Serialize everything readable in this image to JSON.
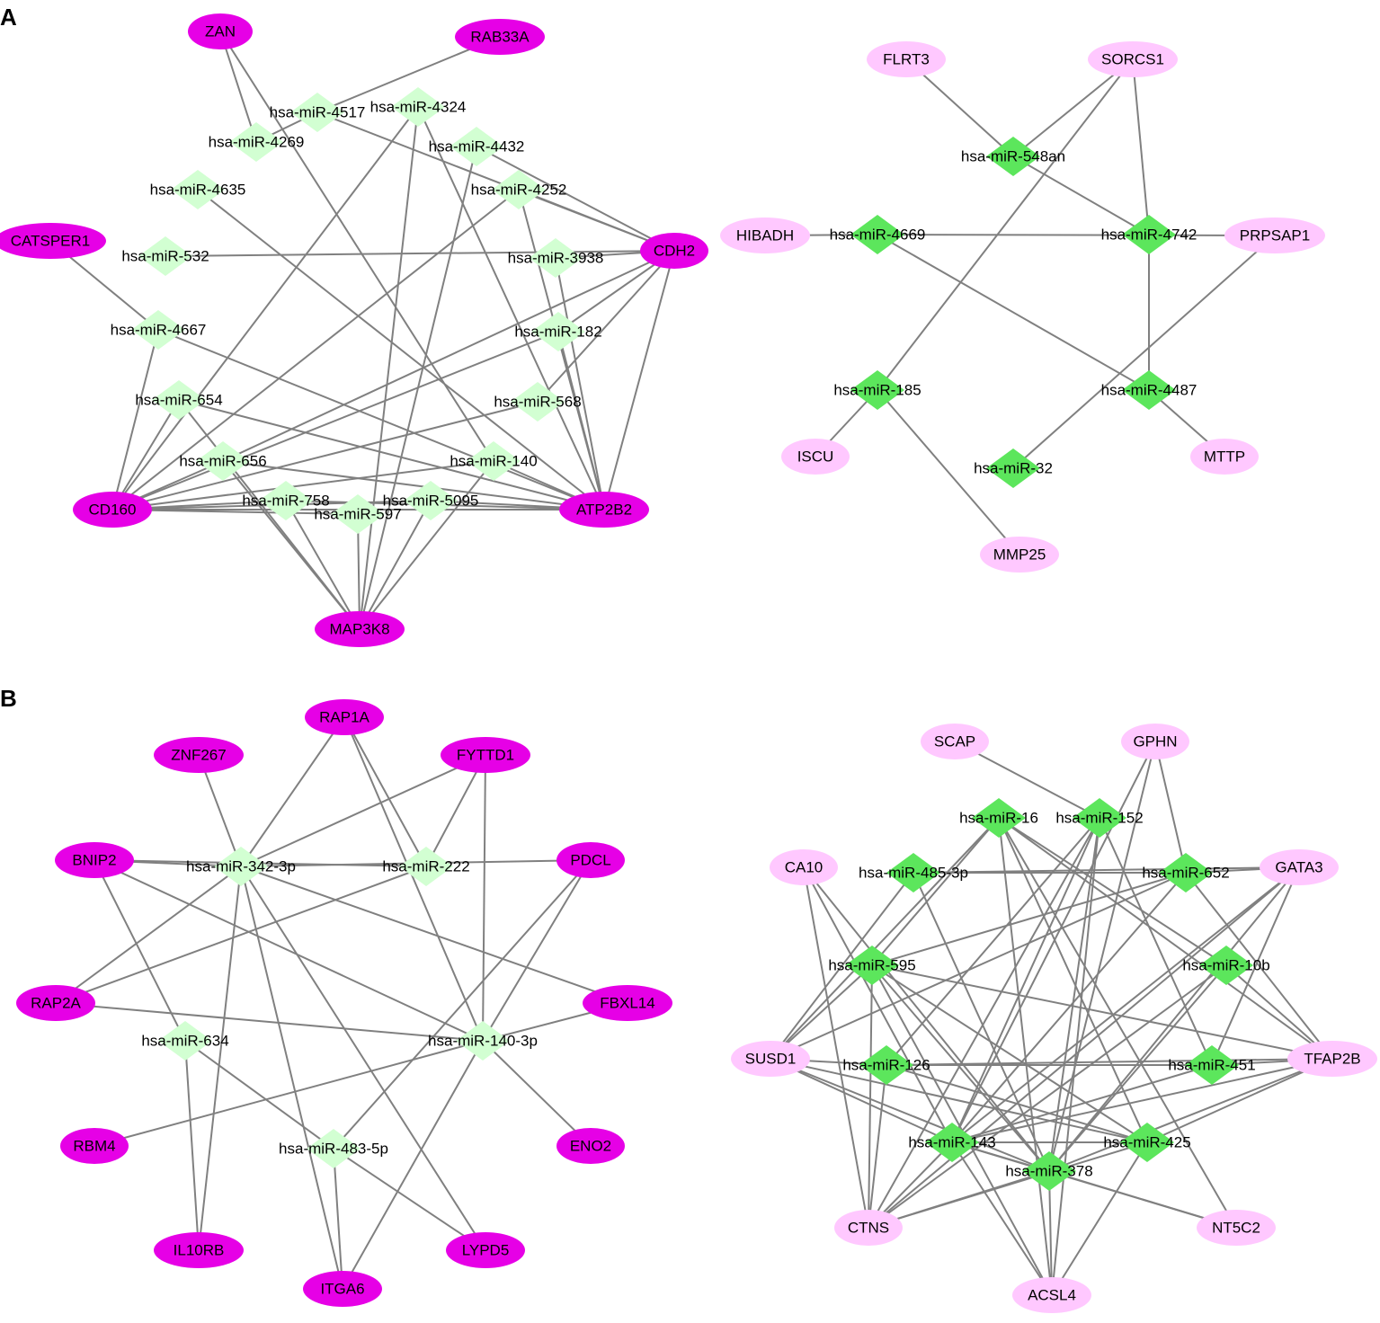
{
  "panel_labels": [
    "A",
    "B"
  ],
  "colors": {
    "gene_strong": "#e600e6",
    "gene_light": "#ffc8ff",
    "mirna_light": "#d2ffd2",
    "mirna_strong": "#5ce65c",
    "edge": "#808080"
  },
  "networks": [
    {
      "nodes": [
        {
          "id": "ZAN",
          "type": "gene_strong"
        },
        {
          "id": "RAB33A",
          "type": "gene_strong"
        },
        {
          "id": "CATSPER1",
          "type": "gene_strong"
        },
        {
          "id": "CDH2",
          "type": "gene_strong"
        },
        {
          "id": "CD160",
          "type": "gene_strong"
        },
        {
          "id": "ATP2B2",
          "type": "gene_strong"
        },
        {
          "id": "MAP3K8",
          "type": "gene_strong"
        },
        {
          "id": "hsa-miR-4517",
          "type": "mirna_light"
        },
        {
          "id": "hsa-miR-4324",
          "type": "mirna_light"
        },
        {
          "id": "hsa-miR-4269",
          "type": "mirna_light"
        },
        {
          "id": "hsa-miR-4432",
          "type": "mirna_light"
        },
        {
          "id": "hsa-miR-4635",
          "type": "mirna_light"
        },
        {
          "id": "hsa-miR-4252",
          "type": "mirna_light"
        },
        {
          "id": "hsa-miR-532",
          "type": "mirna_light"
        },
        {
          "id": "hsa-miR-3938",
          "type": "mirna_light"
        },
        {
          "id": "hsa-miR-4667",
          "type": "mirna_light"
        },
        {
          "id": "hsa-miR-182",
          "type": "mirna_light"
        },
        {
          "id": "hsa-miR-654",
          "type": "mirna_light"
        },
        {
          "id": "hsa-miR-568",
          "type": "mirna_light"
        },
        {
          "id": "hsa-miR-656",
          "type": "mirna_light"
        },
        {
          "id": "hsa-miR-140",
          "type": "mirna_light"
        },
        {
          "id": "hsa-miR-758",
          "type": "mirna_light"
        },
        {
          "id": "hsa-miR-5095",
          "type": "mirna_light"
        },
        {
          "id": "hsa-miR-597",
          "type": "mirna_light"
        }
      ],
      "edges": [
        [
          "ZAN",
          "hsa-miR-4269"
        ],
        [
          "ZAN",
          "hsa-miR-140"
        ],
        [
          "RAB33A",
          "hsa-miR-4517"
        ],
        [
          "CATSPER1",
          "hsa-miR-4667"
        ],
        [
          "CDH2",
          "hsa-miR-4517"
        ],
        [
          "CDH2",
          "hsa-miR-4432"
        ],
        [
          "CDH2",
          "hsa-miR-4252"
        ],
        [
          "CDH2",
          "hsa-miR-532"
        ],
        [
          "CDH2",
          "hsa-miR-656"
        ],
        [
          "CDH2",
          "hsa-miR-568"
        ],
        [
          "CDH2",
          "hsa-miR-182"
        ],
        [
          "CDH2",
          "ATP2B2"
        ],
        [
          "CDH2",
          "hsa-miR-3938"
        ],
        [
          "CD160",
          "hsa-miR-4667"
        ],
        [
          "CD160",
          "hsa-miR-654"
        ],
        [
          "CD160",
          "hsa-miR-656"
        ],
        [
          "CD160",
          "hsa-miR-4324"
        ],
        [
          "CD160",
          "hsa-miR-4252"
        ],
        [
          "CD160",
          "hsa-miR-182"
        ],
        [
          "CD160",
          "hsa-miR-568"
        ],
        [
          "CD160",
          "hsa-miR-140"
        ],
        [
          "CD160",
          "hsa-miR-758"
        ],
        [
          "CD160",
          "hsa-miR-5095"
        ],
        [
          "CD160",
          "hsa-miR-597"
        ],
        [
          "CD160",
          "ATP2B2"
        ],
        [
          "ATP2B2",
          "hsa-miR-4667"
        ],
        [
          "ATP2B2",
          "hsa-miR-654"
        ],
        [
          "ATP2B2",
          "hsa-miR-656"
        ],
        [
          "ATP2B2",
          "hsa-miR-4635"
        ],
        [
          "ATP2B2",
          "hsa-miR-3938"
        ],
        [
          "ATP2B2",
          "hsa-miR-182"
        ],
        [
          "ATP2B2",
          "hsa-miR-140"
        ],
        [
          "ATP2B2",
          "hsa-miR-758"
        ],
        [
          "ATP2B2",
          "hsa-miR-5095"
        ],
        [
          "ATP2B2",
          "hsa-miR-4252"
        ],
        [
          "ATP2B2",
          "hsa-miR-4324"
        ],
        [
          "MAP3K8",
          "hsa-miR-656"
        ],
        [
          "MAP3K8",
          "hsa-miR-758"
        ],
        [
          "MAP3K8",
          "hsa-miR-597"
        ],
        [
          "MAP3K8",
          "hsa-miR-5095"
        ],
        [
          "MAP3K8",
          "hsa-miR-4324"
        ],
        [
          "MAP3K8",
          "hsa-miR-4432"
        ],
        [
          "MAP3K8",
          "hsa-miR-140"
        ],
        [
          "MAP3K8",
          "hsa-miR-654"
        ],
        [
          "hsa-miR-4269",
          "hsa-miR-4517"
        ]
      ]
    },
    {
      "nodes": [
        {
          "id": "FLRT3",
          "type": "gene_light"
        },
        {
          "id": "SORCS1",
          "type": "gene_light"
        },
        {
          "id": "HIBADH",
          "type": "gene_light"
        },
        {
          "id": "PRPSAP1",
          "type": "gene_light"
        },
        {
          "id": "ISCU",
          "type": "gene_light"
        },
        {
          "id": "MTTP",
          "type": "gene_light"
        },
        {
          "id": "MMP25",
          "type": "gene_light"
        },
        {
          "id": "hsa-miR-548an",
          "type": "mirna_strong"
        },
        {
          "id": "hsa-miR-4669",
          "type": "mirna_strong"
        },
        {
          "id": "hsa-miR-4742",
          "type": "mirna_strong"
        },
        {
          "id": "hsa-miR-185",
          "type": "mirna_strong"
        },
        {
          "id": "hsa-miR-4487",
          "type": "mirna_strong"
        },
        {
          "id": "hsa-miR-32",
          "type": "mirna_strong"
        }
      ],
      "edges": [
        [
          "FLRT3",
          "hsa-miR-548an"
        ],
        [
          "SORCS1",
          "hsa-miR-548an"
        ],
        [
          "SORCS1",
          "hsa-miR-4742"
        ],
        [
          "SORCS1",
          "hsa-miR-185"
        ],
        [
          "hsa-miR-548an",
          "hsa-miR-4742"
        ],
        [
          "HIBADH",
          "hsa-miR-4669"
        ],
        [
          "hsa-miR-4669",
          "PRPSAP1"
        ],
        [
          "hsa-miR-4669",
          "hsa-miR-4487"
        ],
        [
          "hsa-miR-4742",
          "hsa-miR-4487"
        ],
        [
          "PRPSAP1",
          "hsa-miR-32"
        ],
        [
          "hsa-miR-185",
          "ISCU"
        ],
        [
          "hsa-miR-185",
          "MMP25"
        ],
        [
          "hsa-miR-4487",
          "MTTP"
        ]
      ]
    },
    {
      "nodes": [
        {
          "id": "RAP1A",
          "type": "gene_strong"
        },
        {
          "id": "ZNF267",
          "type": "gene_strong"
        },
        {
          "id": "FYTTD1",
          "type": "gene_strong"
        },
        {
          "id": "BNIP2",
          "type": "gene_strong"
        },
        {
          "id": "PDCL",
          "type": "gene_strong"
        },
        {
          "id": "RAP2A",
          "type": "gene_strong"
        },
        {
          "id": "FBXL14",
          "type": "gene_strong"
        },
        {
          "id": "RBM4",
          "type": "gene_strong"
        },
        {
          "id": "ENO2",
          "type": "gene_strong"
        },
        {
          "id": "IL10RB",
          "type": "gene_strong"
        },
        {
          "id": "LYPD5",
          "type": "gene_strong"
        },
        {
          "id": "ITGA6",
          "type": "gene_strong"
        },
        {
          "id": "hsa-miR-342-3p",
          "type": "mirna_light"
        },
        {
          "id": "hsa-miR-222",
          "type": "mirna_light"
        },
        {
          "id": "hsa-miR-634",
          "type": "mirna_light"
        },
        {
          "id": "hsa-miR-140-3p",
          "type": "mirna_light"
        },
        {
          "id": "hsa-miR-483-5p",
          "type": "mirna_light"
        }
      ],
      "edges": [
        [
          "RAP1A",
          "hsa-miR-342-3p"
        ],
        [
          "RAP1A",
          "hsa-miR-222"
        ],
        [
          "RAP1A",
          "hsa-miR-140-3p"
        ],
        [
          "ZNF267",
          "hsa-miR-342-3p"
        ],
        [
          "FYTTD1",
          "hsa-miR-342-3p"
        ],
        [
          "FYTTD1",
          "hsa-miR-222"
        ],
        [
          "FYTTD1",
          "hsa-miR-140-3p"
        ],
        [
          "BNIP2",
          "hsa-miR-342-3p"
        ],
        [
          "BNIP2",
          "hsa-miR-222"
        ],
        [
          "BNIP2",
          "hsa-miR-634"
        ],
        [
          "BNIP2",
          "hsa-miR-140-3p"
        ],
        [
          "PDCL",
          "hsa-miR-342-3p"
        ],
        [
          "PDCL",
          "hsa-miR-140-3p"
        ],
        [
          "PDCL",
          "hsa-miR-483-5p"
        ],
        [
          "RAP2A",
          "hsa-miR-342-3p"
        ],
        [
          "RAP2A",
          "hsa-miR-222"
        ],
        [
          "RAP2A",
          "hsa-miR-140-3p"
        ],
        [
          "FBXL14",
          "hsa-miR-342-3p"
        ],
        [
          "FBXL14",
          "hsa-miR-140-3p"
        ],
        [
          "RBM4",
          "hsa-miR-140-3p"
        ],
        [
          "ENO2",
          "hsa-miR-140-3p"
        ],
        [
          "IL10RB",
          "hsa-miR-342-3p"
        ],
        [
          "IL10RB",
          "hsa-miR-634"
        ],
        [
          "LYPD5",
          "hsa-miR-342-3p"
        ],
        [
          "LYPD5",
          "hsa-miR-483-5p"
        ],
        [
          "ITGA6",
          "hsa-miR-342-3p"
        ],
        [
          "ITGA6",
          "hsa-miR-483-5p"
        ],
        [
          "ITGA6",
          "hsa-miR-140-3p"
        ],
        [
          "hsa-miR-634",
          "hsa-miR-483-5p"
        ]
      ]
    },
    {
      "nodes": [
        {
          "id": "SCAP",
          "type": "gene_light"
        },
        {
          "id": "GPHN",
          "type": "gene_light"
        },
        {
          "id": "CA10",
          "type": "gene_light"
        },
        {
          "id": "GATA3",
          "type": "gene_light"
        },
        {
          "id": "SUSD1",
          "type": "gene_light"
        },
        {
          "id": "TFAP2B",
          "type": "gene_light"
        },
        {
          "id": "CTNS",
          "type": "gene_light"
        },
        {
          "id": "NT5C2",
          "type": "gene_light"
        },
        {
          "id": "ACSL4",
          "type": "gene_light"
        },
        {
          "id": "hsa-miR-16",
          "type": "mirna_strong"
        },
        {
          "id": "hsa-miR-152",
          "type": "mirna_strong"
        },
        {
          "id": "hsa-miR-485-3p",
          "type": "mirna_strong"
        },
        {
          "id": "hsa-miR-652",
          "type": "mirna_strong"
        },
        {
          "id": "hsa-miR-595",
          "type": "mirna_strong"
        },
        {
          "id": "hsa-miR-10b",
          "type": "mirna_strong"
        },
        {
          "id": "hsa-miR-126",
          "type": "mirna_strong"
        },
        {
          "id": "hsa-miR-451",
          "type": "mirna_strong"
        },
        {
          "id": "hsa-miR-143",
          "type": "mirna_strong"
        },
        {
          "id": "hsa-miR-425",
          "type": "mirna_strong"
        },
        {
          "id": "hsa-miR-378",
          "type": "mirna_strong"
        }
      ],
      "edges": [
        [
          "SCAP",
          "hsa-miR-152"
        ],
        [
          "GPHN",
          "hsa-miR-652"
        ],
        [
          "GPHN",
          "hsa-miR-378"
        ],
        [
          "GPHN",
          "hsa-miR-143"
        ],
        [
          "CA10",
          "hsa-miR-143"
        ],
        [
          "CA10",
          "hsa-miR-378"
        ],
        [
          "CA10",
          "CTNS"
        ],
        [
          "GATA3",
          "hsa-miR-652"
        ],
        [
          "GATA3",
          "hsa-miR-485-3p"
        ],
        [
          "GATA3",
          "hsa-miR-143"
        ],
        [
          "GATA3",
          "hsa-miR-378"
        ],
        [
          "GATA3",
          "hsa-miR-451"
        ],
        [
          "GATA3",
          "CTNS"
        ],
        [
          "SUSD1",
          "hsa-miR-595"
        ],
        [
          "SUSD1",
          "hsa-miR-485-3p"
        ],
        [
          "SUSD1",
          "hsa-miR-16"
        ],
        [
          "SUSD1",
          "hsa-miR-126"
        ],
        [
          "SUSD1",
          "hsa-miR-143"
        ],
        [
          "SUSD1",
          "hsa-miR-378"
        ],
        [
          "SUSD1",
          "hsa-miR-425"
        ],
        [
          "SUSD1",
          "hsa-miR-652"
        ],
        [
          "TFAP2B",
          "hsa-miR-10b"
        ],
        [
          "TFAP2B",
          "hsa-miR-652"
        ],
        [
          "TFAP2B",
          "hsa-miR-451"
        ],
        [
          "TFAP2B",
          "hsa-miR-126"
        ],
        [
          "TFAP2B",
          "hsa-miR-16"
        ],
        [
          "TFAP2B",
          "hsa-miR-595"
        ],
        [
          "TFAP2B",
          "hsa-miR-378"
        ],
        [
          "TFAP2B",
          "hsa-miR-143"
        ],
        [
          "TFAP2B",
          "hsa-miR-425"
        ],
        [
          "CTNS",
          "hsa-miR-595"
        ],
        [
          "CTNS",
          "hsa-miR-143"
        ],
        [
          "CTNS",
          "hsa-miR-378"
        ],
        [
          "CTNS",
          "hsa-miR-425"
        ],
        [
          "CTNS",
          "hsa-miR-152"
        ],
        [
          "CTNS",
          "hsa-miR-10b"
        ],
        [
          "CTNS",
          "hsa-miR-126"
        ],
        [
          "NT5C2",
          "hsa-miR-378"
        ],
        [
          "NT5C2",
          "hsa-miR-16"
        ],
        [
          "NT5C2",
          "hsa-miR-143"
        ],
        [
          "ACSL4",
          "hsa-miR-143"
        ],
        [
          "ACSL4",
          "hsa-miR-378"
        ],
        [
          "ACSL4",
          "hsa-miR-425"
        ],
        [
          "ACSL4",
          "hsa-miR-16"
        ],
        [
          "ACSL4",
          "hsa-miR-152"
        ],
        [
          "ACSL4",
          "hsa-miR-595"
        ],
        [
          "hsa-miR-16",
          "hsa-miR-10b"
        ],
        [
          "hsa-miR-16",
          "hsa-miR-595"
        ],
        [
          "hsa-miR-16",
          "hsa-miR-425"
        ],
        [
          "hsa-miR-152",
          "hsa-miR-126"
        ],
        [
          "hsa-miR-152",
          "hsa-miR-143"
        ],
        [
          "hsa-miR-152",
          "hsa-miR-378"
        ],
        [
          "hsa-miR-152",
          "hsa-miR-451"
        ],
        [
          "hsa-miR-485-3p",
          "hsa-miR-652"
        ],
        [
          "hsa-miR-485-3p",
          "hsa-miR-378"
        ],
        [
          "hsa-miR-652",
          "hsa-miR-595"
        ],
        [
          "hsa-miR-652",
          "hsa-miR-143"
        ],
        [
          "hsa-miR-595",
          "hsa-miR-378"
        ],
        [
          "hsa-miR-595",
          "hsa-miR-425"
        ],
        [
          "hsa-miR-10b",
          "hsa-miR-378"
        ],
        [
          "hsa-miR-126",
          "hsa-miR-451"
        ],
        [
          "hsa-miR-126",
          "hsa-miR-425"
        ],
        [
          "hsa-miR-451",
          "hsa-miR-143"
        ],
        [
          "hsa-miR-143",
          "hsa-miR-425"
        ],
        [
          "hsa-miR-143",
          "hsa-miR-378"
        ]
      ]
    }
  ]
}
